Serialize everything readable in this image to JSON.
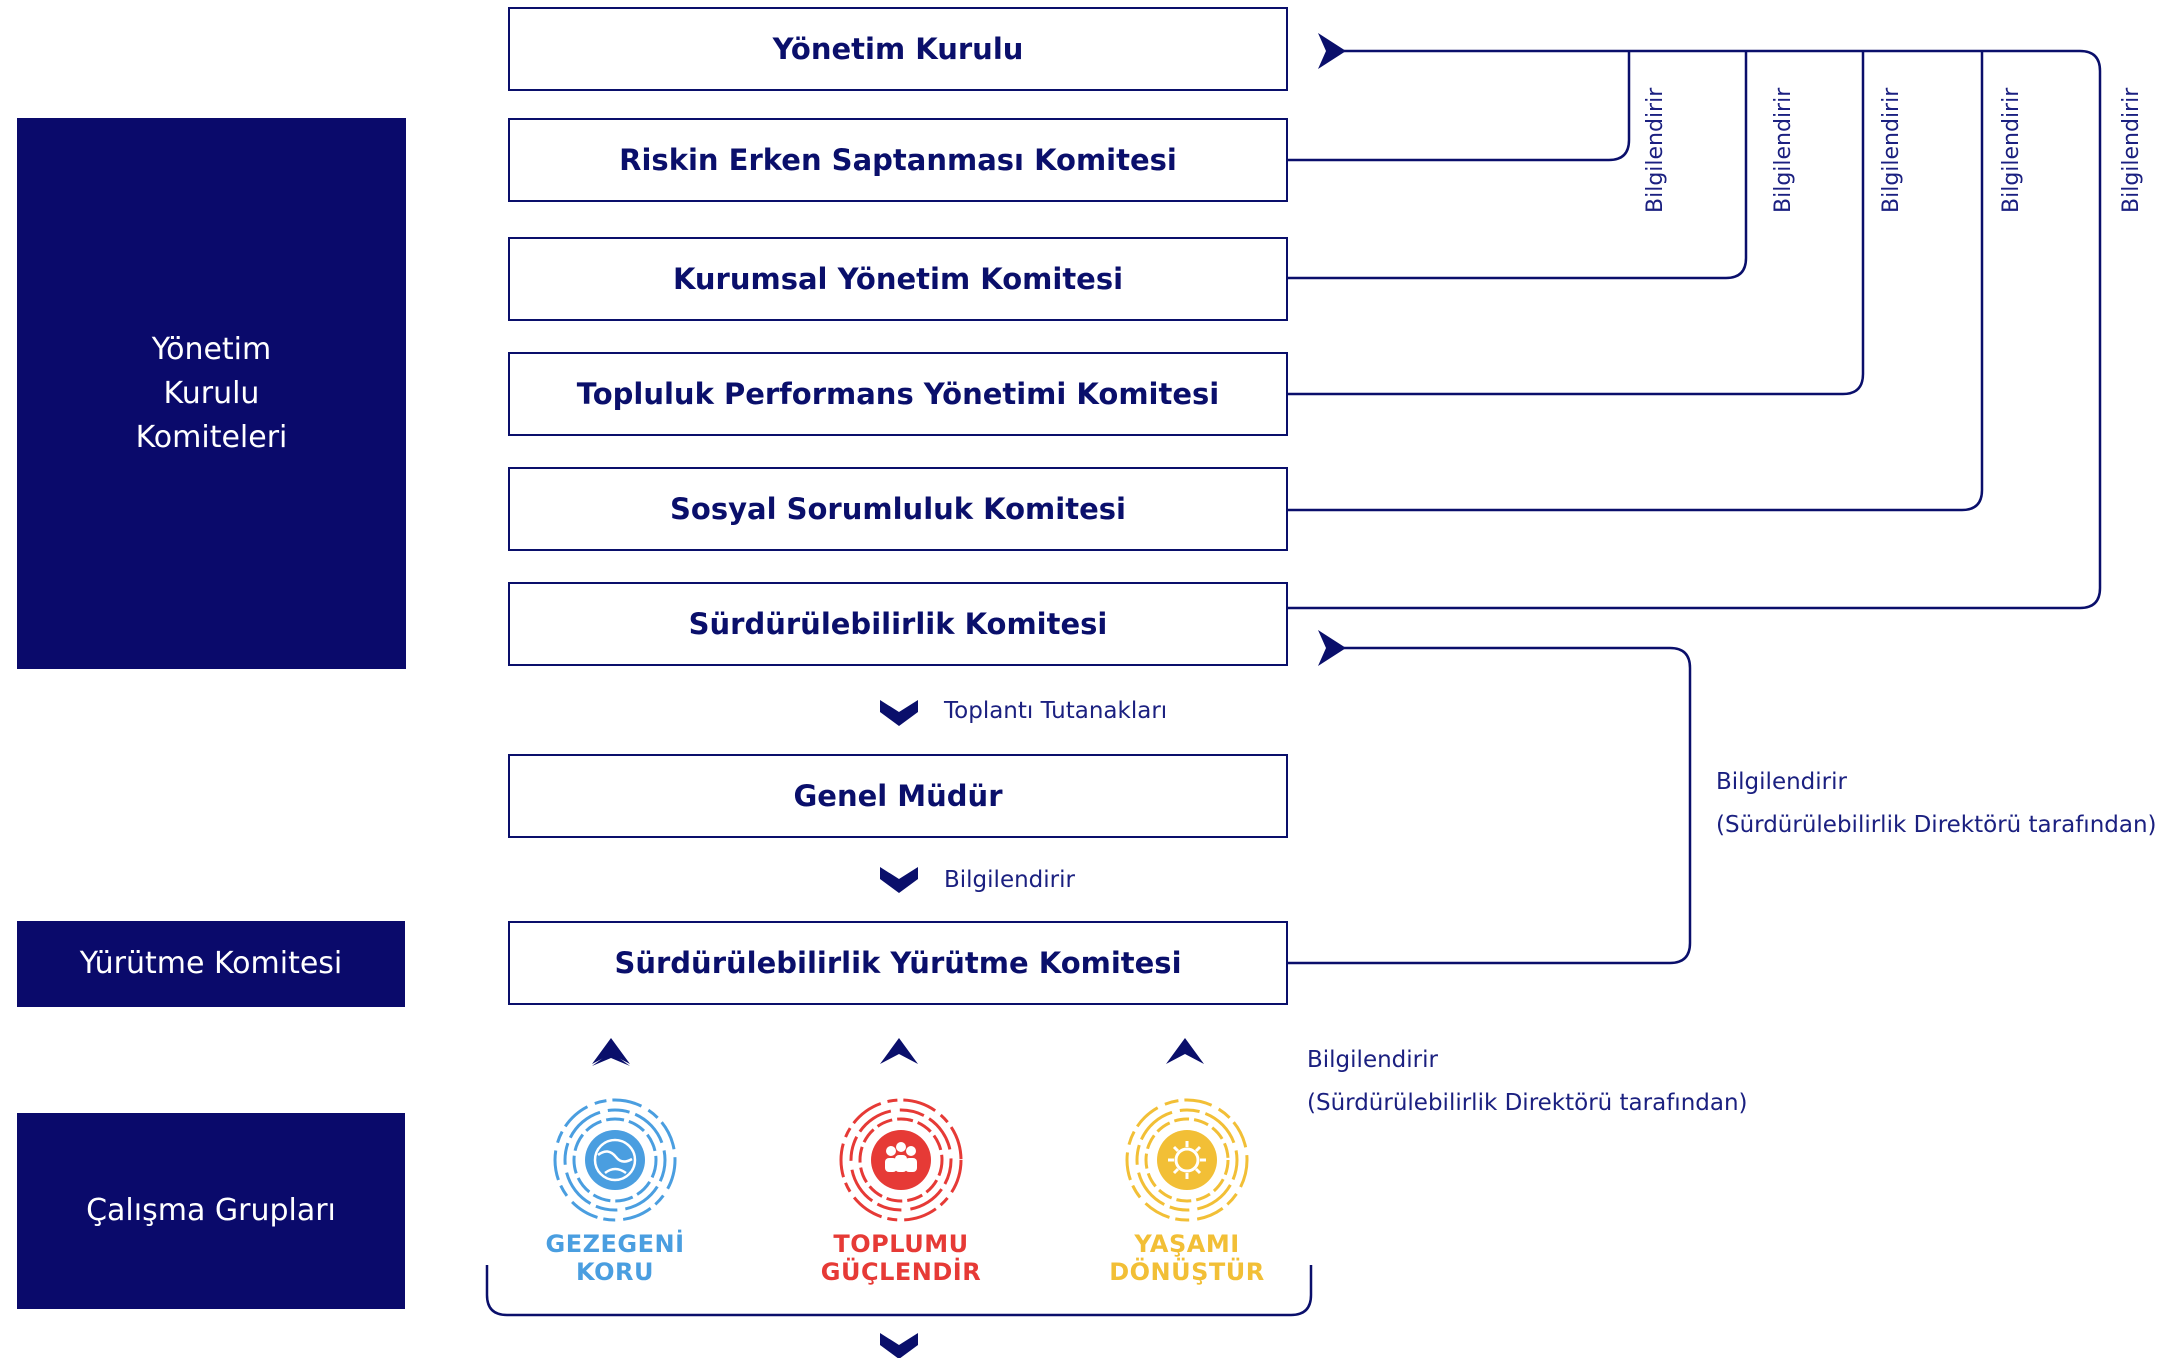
{
  "side_panels": {
    "board_committees": [
      "Yönetim",
      "Kurulu",
      "Komiteleri"
    ],
    "executive_committee": "Yürütme Komitesi",
    "working_groups": "Çalışma Grupları"
  },
  "boxes": {
    "board": "Yönetim Kurulu",
    "risk": "Riskin Erken Saptanması Komitesi",
    "corporate": "Kurumsal Yönetim Komitesi",
    "community": "Topluluk Performans Yönetimi Komitesi",
    "social": "Sosyal Sorumluluk Komitesi",
    "sustainability": "Sürdürülebilirlik Komitesi",
    "gm": "Genel Müdür",
    "exec": "Sürdürülebilirlik Yürütme Komitesi"
  },
  "labels": {
    "informs": "Bilgilendirir",
    "meeting_minutes": "Toplantı Tutanakları",
    "by_director": "(Sürdürülebilirlik Direktörü tarafından)"
  },
  "working_groups": [
    {
      "name": "GEZEGENİ KORU",
      "line1": "GEZEGENİ",
      "line2": "KORU",
      "color": "#4a9ee0",
      "icon": "globe-icon"
    },
    {
      "name": "TOPLUMU GÜÇLENDİR",
      "line1": "TOPLUMU",
      "line2": "GÜÇLENDİR",
      "color": "#e63a36",
      "icon": "people-icon"
    },
    {
      "name": "YAŞAMI DÖNÜŞTÜR",
      "line1": "YAŞAMI",
      "line2": "DÖNÜŞTÜR",
      "color": "#f2bf36",
      "icon": "gear-icon"
    }
  ],
  "colors": {
    "navy": "#0a0a6b",
    "line": "#0a0f6b"
  }
}
